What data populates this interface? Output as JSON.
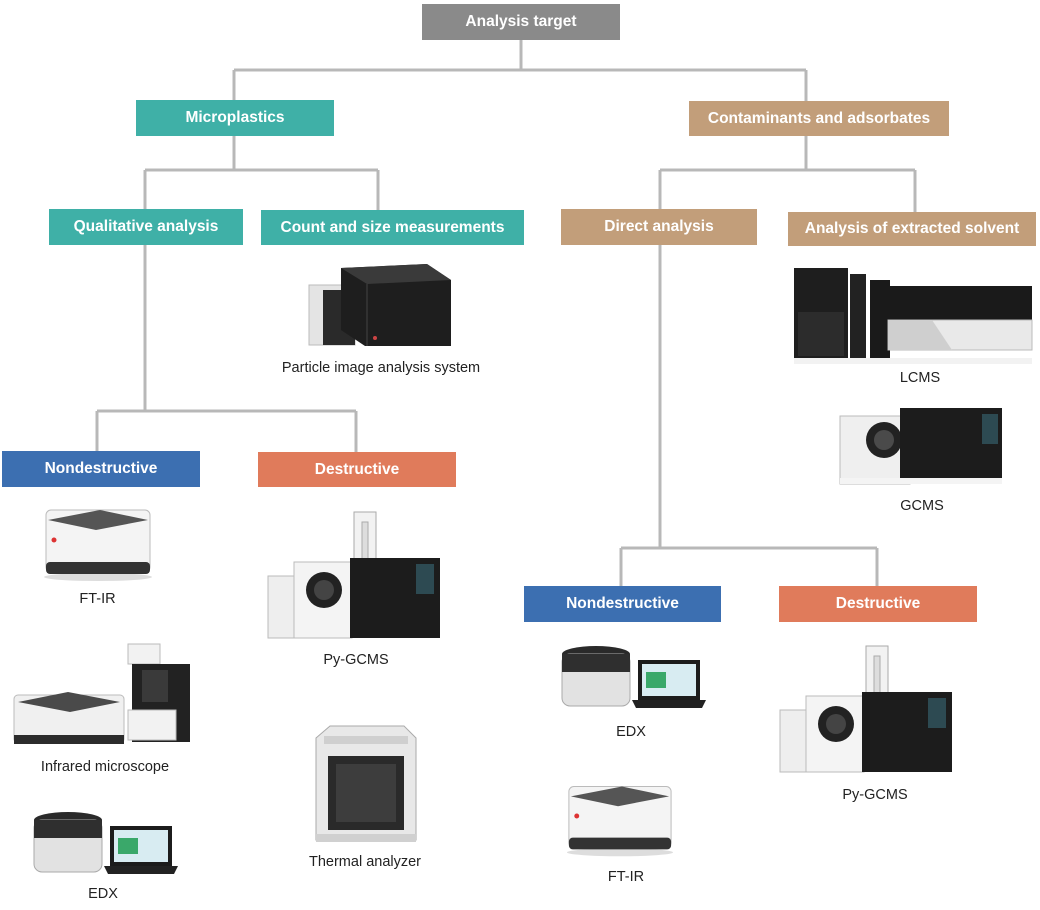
{
  "colors": {
    "root": "#8a8a8a",
    "microplastics": "#3fb0a7",
    "contaminants": "#c29e7a",
    "nondestructive": "#3c6fb1",
    "destructive": "#e07b5b",
    "connector": "#b8b8b8"
  },
  "root": {
    "label": "Analysis target"
  },
  "microplastics": {
    "label": "Microplastics",
    "qualitative": {
      "label": "Qualitative analysis"
    },
    "count_size": {
      "label": "Count and size measurements",
      "device": {
        "label": "Particle image analysis system",
        "icon": "particle-analyzer-icon"
      }
    },
    "nondestructive": {
      "label": "Nondestructive",
      "devices": [
        {
          "label": "FT-IR",
          "icon": "ftir-icon"
        },
        {
          "label": "Infrared microscope",
          "icon": "infrared-microscope-icon"
        },
        {
          "label": "EDX",
          "icon": "edx-icon"
        }
      ]
    },
    "destructive": {
      "label": "Destructive",
      "devices": [
        {
          "label": "Py-GCMS",
          "icon": "pygcms-icon"
        },
        {
          "label": "Thermal analyzer",
          "icon": "thermal-analyzer-icon"
        }
      ]
    }
  },
  "contaminants": {
    "label": "Contaminants and adsorbates",
    "direct": {
      "label": "Direct analysis"
    },
    "extracted": {
      "label": "Analysis of extracted solvent",
      "devices": [
        {
          "label": "LCMS",
          "icon": "lcms-icon"
        },
        {
          "label": "GCMS",
          "icon": "gcms-icon"
        }
      ]
    },
    "nondestructive": {
      "label": "Nondestructive",
      "devices": [
        {
          "label": "EDX",
          "icon": "edx-icon"
        },
        {
          "label": "FT-IR",
          "icon": "ftir-icon"
        }
      ]
    },
    "destructive": {
      "label": "Destructive",
      "devices": [
        {
          "label": "Py-GCMS",
          "icon": "pygcms-icon"
        }
      ]
    }
  }
}
